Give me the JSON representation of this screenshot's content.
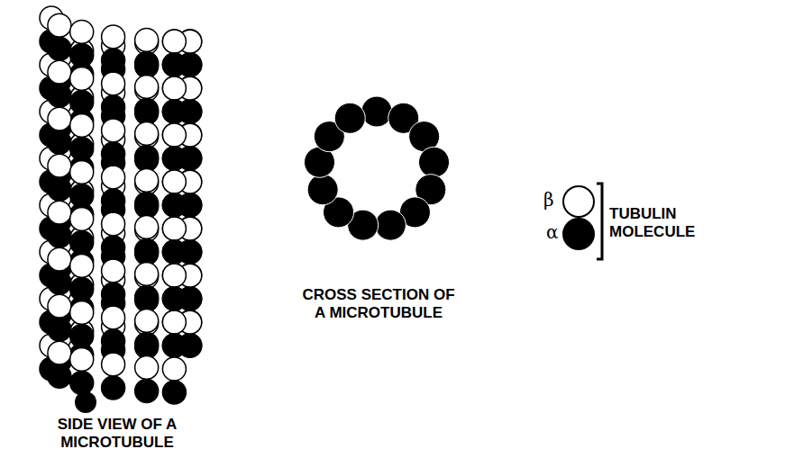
{
  "diagram": {
    "labels": [
      "SIDE VIEW OF A MICROTUBULE",
      "CROSS SECTION OF A MICROTUBULE",
      "TUBULIN MOLECULE"
    ],
    "legend": [
      {
        "text": "β",
        "color": "#ffffff"
      },
      {
        "text": "α",
        "color": "#000000"
      }
    ]
  }
}
